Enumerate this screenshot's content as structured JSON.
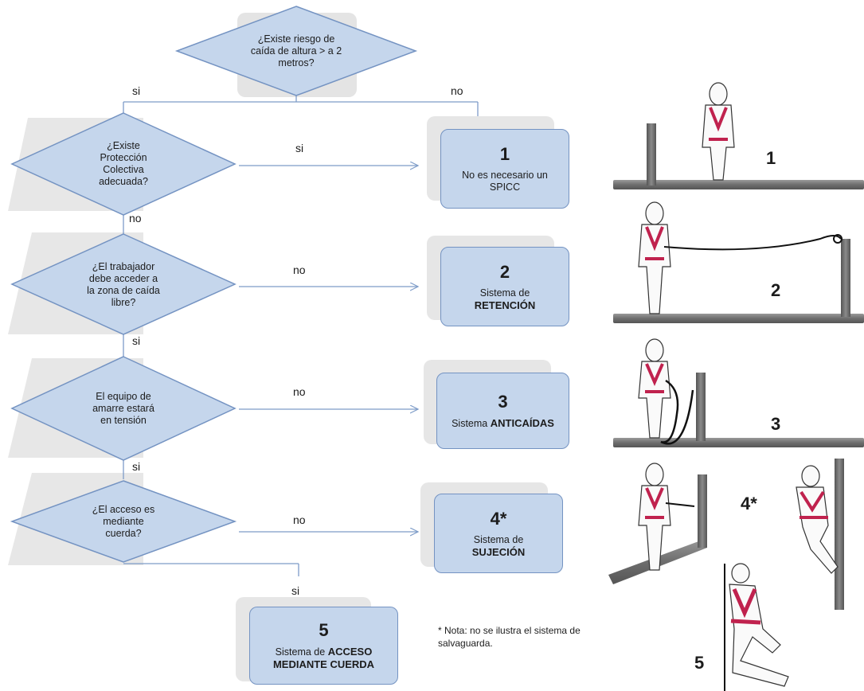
{
  "decisions": [
    {
      "lines": [
        "¿Existe riesgo de",
        "caída de altura > a 2",
        "metros?"
      ]
    },
    {
      "lines": [
        "¿Existe",
        "Protección",
        "Colectiva",
        "adecuada?"
      ]
    },
    {
      "lines": [
        "¿El trabajador",
        "debe acceder a",
        "la zona de caída",
        "libre?"
      ]
    },
    {
      "lines": [
        "El equipo de",
        "amarre estará",
        "en tensión"
      ]
    },
    {
      "lines": [
        "¿El acceso es",
        "mediante",
        "cuerda?"
      ]
    }
  ],
  "branch_labels": {
    "top_si": "si",
    "top_no": "no",
    "d2_si": "si",
    "d2_no": "no",
    "d3_no": "no",
    "d3_si": "si",
    "d4_no": "no",
    "d4_si": "si",
    "d5_no": "no",
    "d5_si": "si"
  },
  "results": [
    {
      "number": "1",
      "line1": "No es necesario un",
      "line2": "SPICC",
      "bold": ""
    },
    {
      "number": "2",
      "line1": "Sistema de",
      "line2": "",
      "bold": "RETENCIÓN"
    },
    {
      "number": "3",
      "line1": "Sistema",
      "line2": "",
      "bold": "ANTICAÍDAS"
    },
    {
      "number": "4*",
      "line1": "Sistema de",
      "line2": "",
      "bold": "SUJECIÓN"
    },
    {
      "number": "5",
      "line1": "Sistema de",
      "line2": "",
      "bold": "ACCESO",
      "bold2": "MEDIANTE CUERDA"
    }
  ],
  "note": {
    "line1": "* Nota: no se ilustra el sistema de",
    "line2": "salvaguarda."
  },
  "illustration_numbers": [
    "1",
    "2",
    "3",
    "4*",
    "5"
  ],
  "colors": {
    "diamond_fill": "#c5d6ec",
    "diamond_stroke": "#7493c2",
    "arrow": "#7e9cc8",
    "shadow": "#e4e4e4",
    "bar": "#7a7a7a",
    "harness": "#c0224e"
  }
}
